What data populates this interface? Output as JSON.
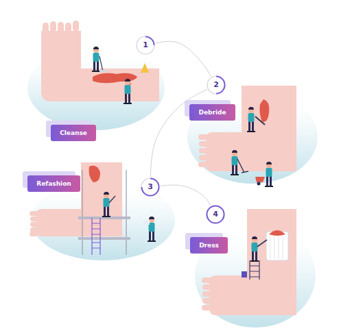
{
  "diagram": {
    "nodes": [
      {
        "text": [
          "1"
        ]
      },
      {
        "text": [
          "Cleanse"
        ]
      },
      {
        "text": [
          "2"
        ]
      },
      {
        "text": [
          "Debride"
        ]
      },
      {
        "text": [
          "3"
        ]
      },
      {
        "text": [
          "Refashion"
        ]
      },
      {
        "text": [
          "4"
        ]
      },
      {
        "text": [
          "Dress"
        ]
      }
    ],
    "edges": [
      {
        "from": 0,
        "to": 2,
        "arrow": "none"
      },
      {
        "from": 2,
        "to": 4,
        "arrow": "none"
      },
      {
        "from": 4,
        "to": 6,
        "arrow": "none"
      }
    ]
  }
}
